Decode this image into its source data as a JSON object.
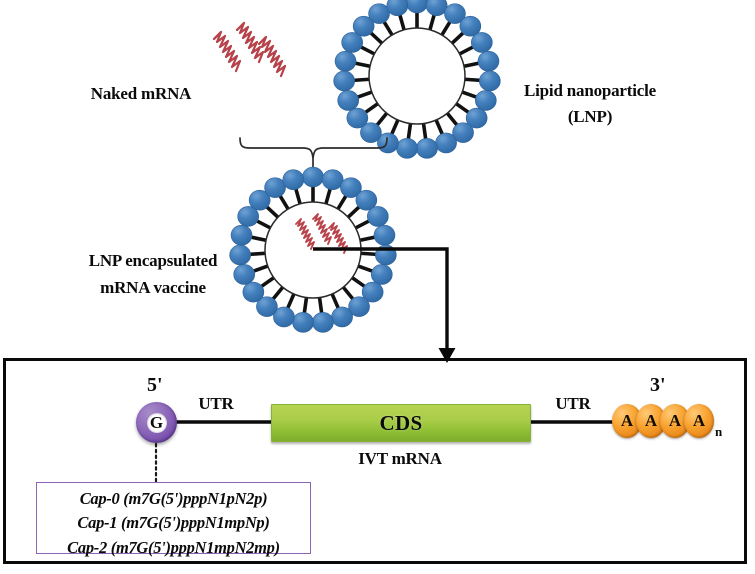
{
  "figure": {
    "title": "LNP encapsulated mRNA vaccine and IVT mRNA construct",
    "background": "#ffffff",
    "colors": {
      "lipid_head": "#3a78b5",
      "lipid_tail": "#111111",
      "mrna_strand": "#b8434a",
      "cds_green_top": "#b6d452",
      "cds_green_bottom": "#7fae2c",
      "cap_purple": "#7a52ad",
      "polyA_orange": "#f9a330",
      "cap_box_border": "#8c65b5",
      "frame_black": "#0a0a0a"
    }
  },
  "top_panel": {
    "naked_mrna": {
      "label": "Naked mRNA",
      "strand_count": 3
    },
    "lipid_nanoparticle": {
      "label_line1": "Lipid nanoparticle",
      "label_line2": "(LNP)",
      "lipid_count": 23
    },
    "encapsulated": {
      "label_line1": "LNP encapsulated",
      "label_line2": "mRNA vaccine",
      "lipid_count": 23,
      "inner_strand_count": 3
    },
    "brace": {
      "name": "combination-brace"
    },
    "arrow": {
      "name": "flow-arrow-to-construct"
    }
  },
  "construct_panel": {
    "five_prime_label": "5'",
    "three_prime_label": "3'",
    "cap_letter": "G",
    "utr_left_label": "UTR",
    "utr_right_label": "UTR",
    "cds_label": "CDS",
    "ivt_label": "IVT mRNA",
    "polyA": {
      "letters": [
        "A",
        "A",
        "A",
        "A"
      ],
      "subscript": "n"
    },
    "cap_box_lines": [
      "Cap-0 (m7G(5')pppN1pN2p)",
      "Cap-1 (m7G(5')pppN1mpNp)",
      "Cap-2 (m7G(5')pppN1mpN2mp)"
    ]
  }
}
